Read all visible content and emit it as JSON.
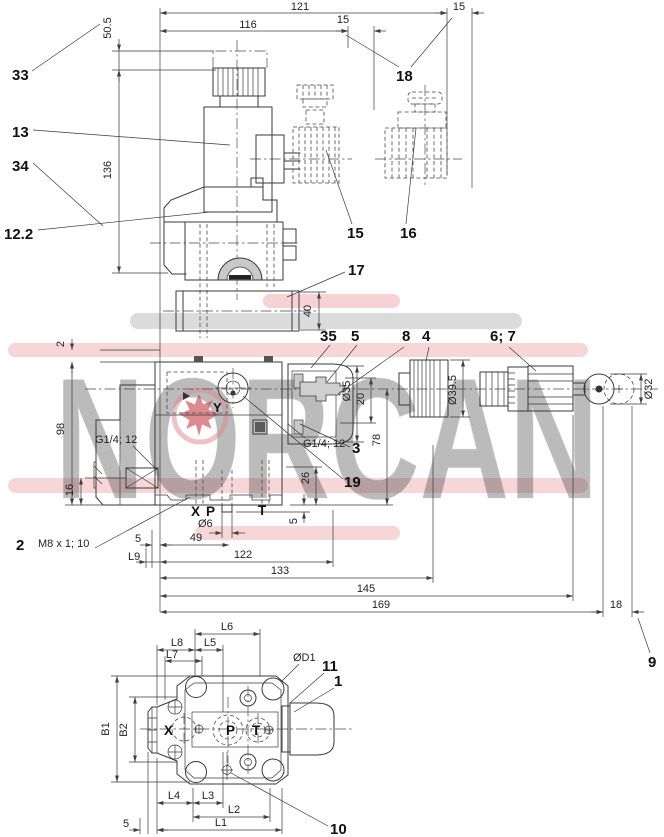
{
  "watermark": {
    "brand": "NORCAN"
  },
  "colors": {
    "line": "#3a3a3a",
    "watermark_gray": "#9c9c9c",
    "watermark_pink": "#efadb2",
    "watermark_bar_gray": "#bdbdbd",
    "leaf_red": "#c43b45"
  },
  "side_view": {
    "dims": {
      "w121": "121",
      "w116": "116",
      "w15_mid": "15",
      "w15_right": "15",
      "h50_5": "50.5",
      "h136": "136",
      "h40": "40"
    },
    "items": {
      "i33": "33",
      "i13": "13",
      "i34": "34",
      "i12_2": "12.2",
      "i18": "18",
      "i15": "15",
      "i16": "16",
      "i17": "17"
    }
  },
  "front_view": {
    "dims": {
      "h2": "2",
      "h98": "98",
      "h16": "16",
      "dia35": "Ø35",
      "h20": "20",
      "h78": "78",
      "dia39_5": "Ø39.5",
      "dia32": "Ø32",
      "h26": "26",
      "h5_stub": "5",
      "dia6": "Ø6",
      "w5": "5",
      "wL9": "L9",
      "w49": "49",
      "w122": "122",
      "w133": "133",
      "w145": "145",
      "w169": "169",
      "w18": "18"
    },
    "threads": {
      "g14_left": "G1/4; 12",
      "g14_right": "G1/4; 12",
      "m8": "M8 x 1; 10"
    },
    "ports": {
      "x": "X",
      "p": "P",
      "t": "T",
      "y": "Y"
    },
    "items": {
      "i35": "35",
      "i5": "5",
      "i8": "8",
      "i4": "4",
      "i6_7": "6; 7",
      "i3": "3",
      "i19": "19",
      "i2": "2",
      "i9": "9"
    }
  },
  "top_view": {
    "dims": {
      "L1": "L1",
      "L2": "L2",
      "L3": "L3",
      "L4": "L4",
      "L5": "L5",
      "L6": "L6",
      "L7": "L7",
      "L8": "L8",
      "B1": "B1",
      "B2": "B2",
      "w5": "5",
      "dD1": "ØD1"
    },
    "ports": {
      "x": "X",
      "p": "P",
      "t": "T"
    },
    "items": {
      "i1": "1",
      "i10": "10",
      "i11": "11"
    }
  }
}
